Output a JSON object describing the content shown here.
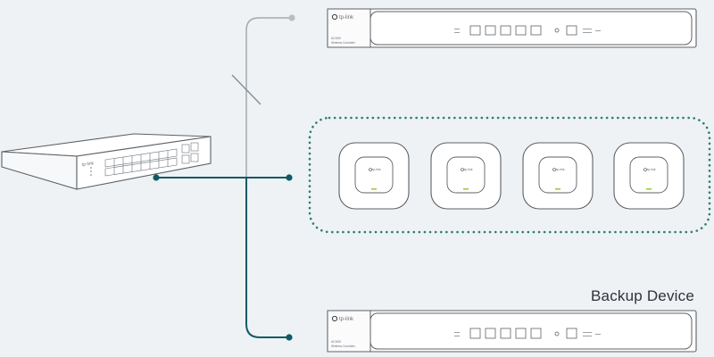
{
  "backup_label": "Backup Device",
  "brand": "tp-link",
  "controller": {
    "model": "AC500",
    "subtitle": "Wireless Controller"
  },
  "colors": {
    "primary_link": "#115a65",
    "standby_link": "#9aa1a6",
    "ap_group_border": "#2e7f72",
    "background": "#eef2f5"
  }
}
